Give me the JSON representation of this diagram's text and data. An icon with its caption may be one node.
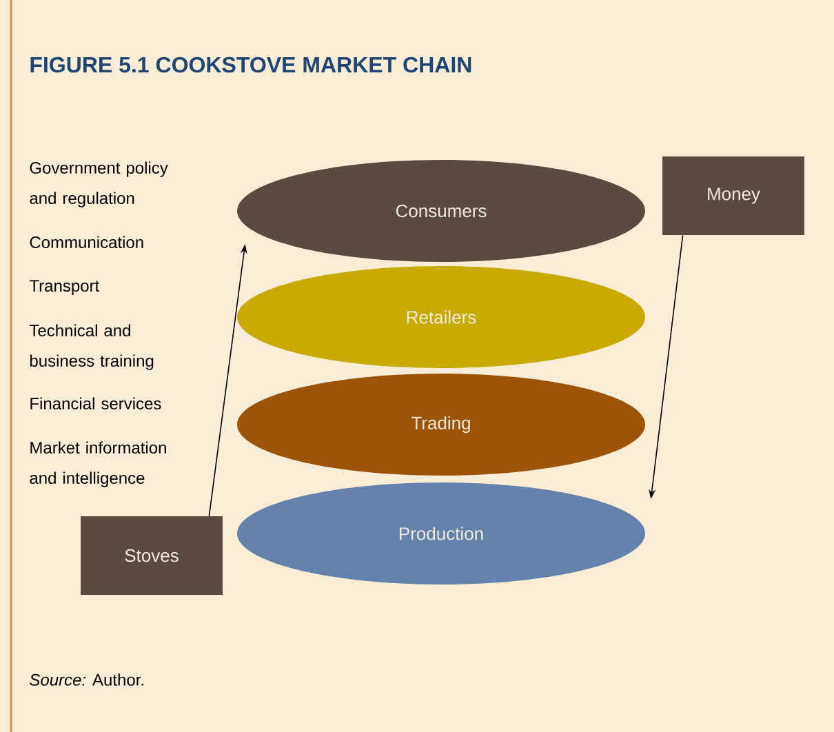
{
  "diagram": {
    "title": "FIGURE 5.1 COOKSTOVE MARKET CHAIN",
    "nodes": [
      {
        "text": [
          "Consumers"
        ]
      },
      {
        "text": [
          "Retailers"
        ]
      },
      {
        "text": [
          "Trading"
        ]
      },
      {
        "text": [
          "Production"
        ]
      },
      {
        "text": [
          "Money"
        ]
      },
      {
        "text": [
          "Stoves"
        ]
      }
    ],
    "edges": [
      {
        "from": 5,
        "to": 0,
        "arrow": "to"
      },
      {
        "from": 4,
        "to": 3,
        "arrow": "to"
      }
    ],
    "labels": [
      "Government policy and regulation",
      "Communication",
      "Transport",
      "Technical and business training",
      "Financial services",
      "Market information and intelligence",
      "*Source:* Author."
    ]
  }
}
